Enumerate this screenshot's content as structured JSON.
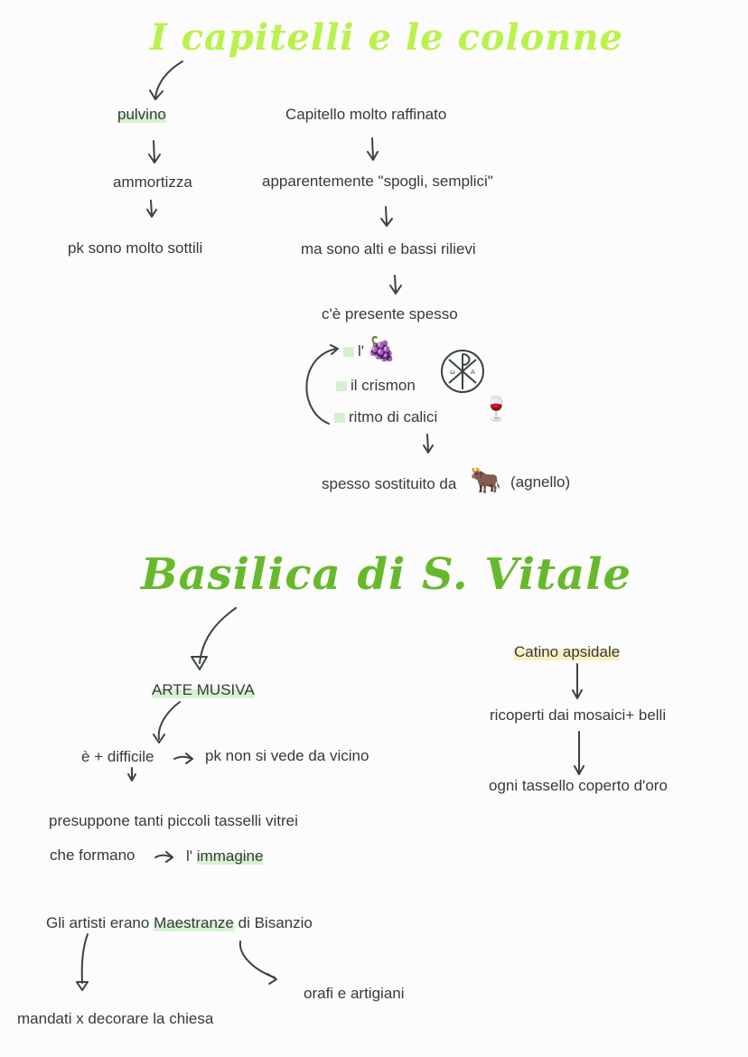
{
  "titles": {
    "top": "I capitelli e le colonne",
    "bottom": "Basilica di S. Vitale"
  },
  "capitelli": {
    "pulvino": "pulvino",
    "ammortizza": "ammortizza",
    "sottili": "pk sono molto sottili",
    "raffinato": "Capitello molto raffinato",
    "spogli": "apparentemente \"spogli, semplici\"",
    "rilievi": "ma sono alti e bassi rilievi",
    "presente": "c'è presente spesso",
    "uva_prefix": "l'",
    "crismon": "il crismon",
    "calici": "ritmo di calici",
    "sostituito": "spesso sostituito da",
    "agnello": "(agnello)"
  },
  "vitale": {
    "arte": "ARTE MUSIVA",
    "difficile": "è + difficile",
    "vicino": "pk non si vede da vicino",
    "tasselli": "presuppone tanti piccoli tasselli vitrei",
    "formano": "che formano",
    "immagine_prefix": "l'",
    "immagine": "immagine",
    "artisti_pre": "Gli artisti erano",
    "maestranze": "Maestranze",
    "artisti_post": "di Bisanzio",
    "orafi": "orafi e artigiani",
    "mandati": "mandati x decorare la chiesa",
    "catino": "Catino apsidale",
    "ricoperti": "ricoperti dai mosaici+ belli",
    "tassello": "ogni tassello coperto d'oro"
  },
  "icons": [
    "grapes-icon",
    "chi-rho-icon",
    "wine-glass-icon",
    "ox-icon",
    "arrow-icon"
  ],
  "colors": {
    "title_top": "#b9f24a",
    "title_bottom": "#67b92c",
    "highlight_green": "#d9f1d2",
    "highlight_yellow": "#fdf0bf",
    "ink": "#333b3e"
  }
}
